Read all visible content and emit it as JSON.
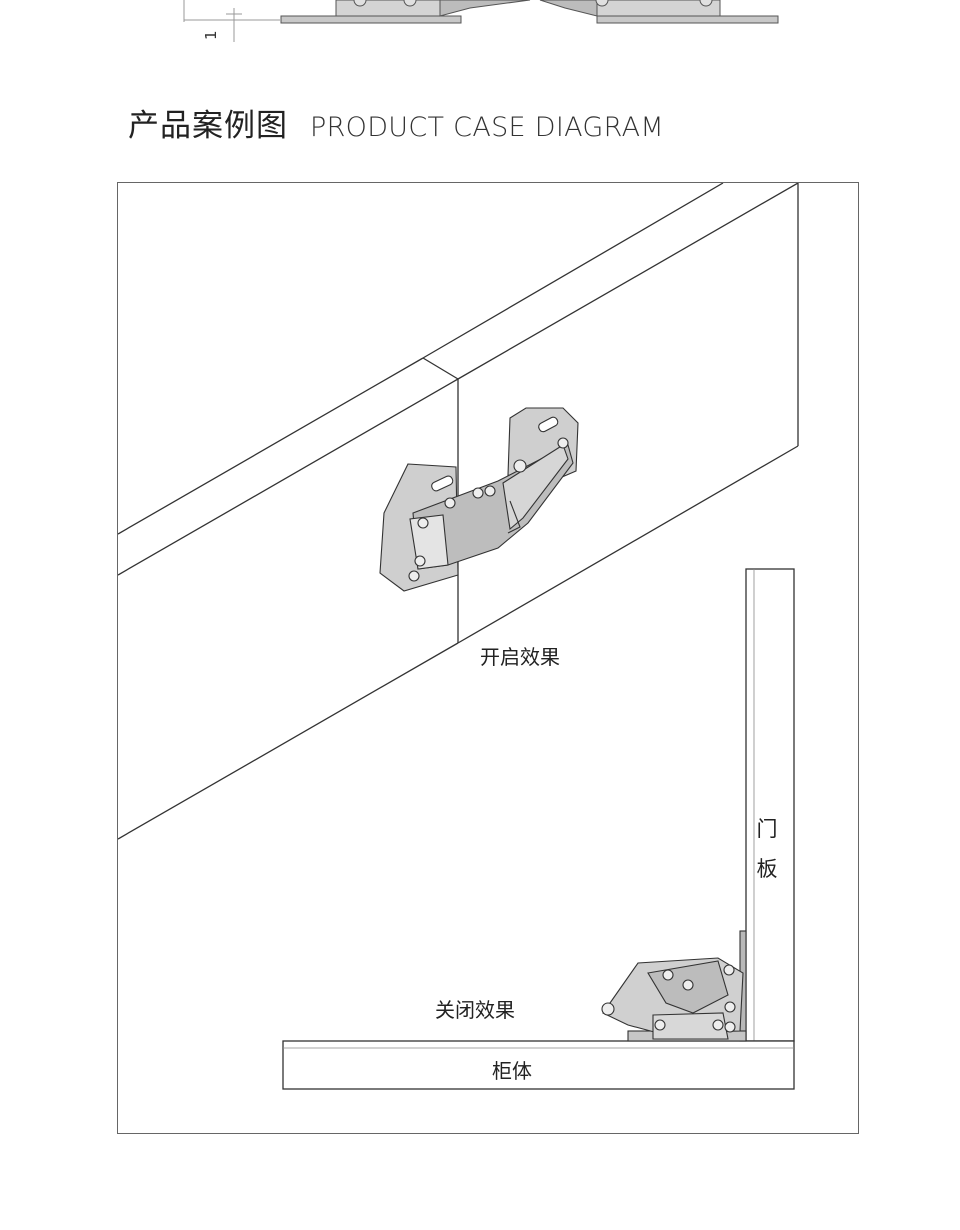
{
  "top_drawing": {
    "dimension_text": "1"
  },
  "section": {
    "title_cn": "产品案例图",
    "title_en": "PRODUCT CASE DIAGRAM"
  },
  "diagram": {
    "label_open": "开启效果",
    "label_closed": "关闭效果",
    "label_cabinet": "柜体",
    "label_door": "门板"
  },
  "colors": {
    "line": "#333333",
    "metal_fill": "#cfcfcf",
    "metal_dark": "#a9a9a9",
    "frame": "#666666"
  }
}
